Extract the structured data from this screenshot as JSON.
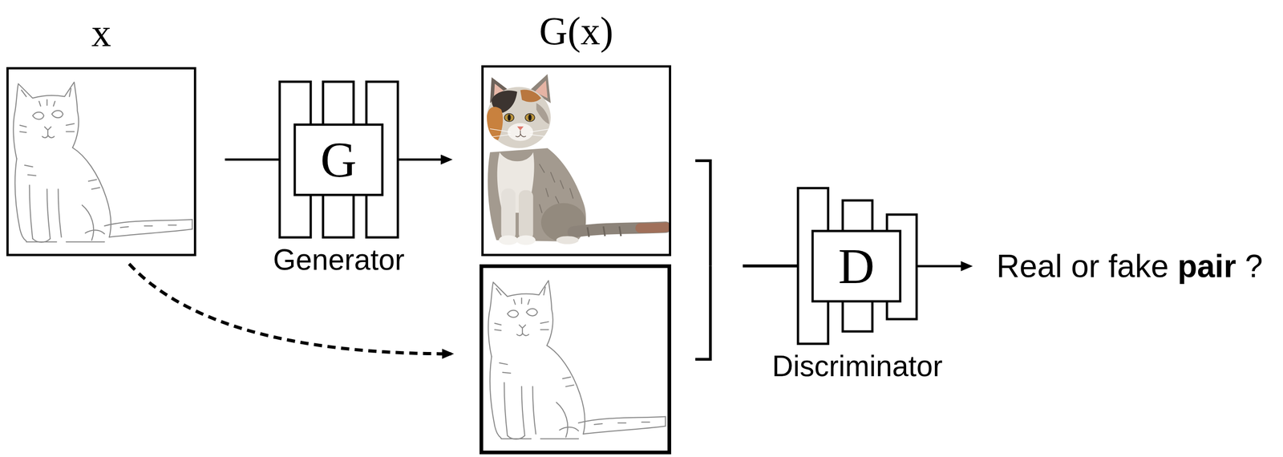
{
  "diagram": {
    "nodes": [
      {
        "text": [
          "x"
        ]
      },
      {
        "text": [
          "G",
          "Generator"
        ]
      },
      {
        "text": [
          "G(x)"
        ]
      },
      {
        "text": []
      },
      {
        "text": [
          "D",
          "Discriminator"
        ]
      }
    ],
    "edges": [
      {
        "from": 0,
        "to": 1,
        "arrow": "none"
      },
      {
        "from": 1,
        "to": 2,
        "arrow": "to"
      },
      {
        "from": 0,
        "to": 3,
        "arrow": "to"
      },
      {
        "from": 2,
        "to": 4,
        "arrow": "none"
      },
      {
        "from": 3,
        "to": 4,
        "arrow": "none"
      }
    ],
    "labels": [
      "Real or fake pair ?"
    ]
  }
}
